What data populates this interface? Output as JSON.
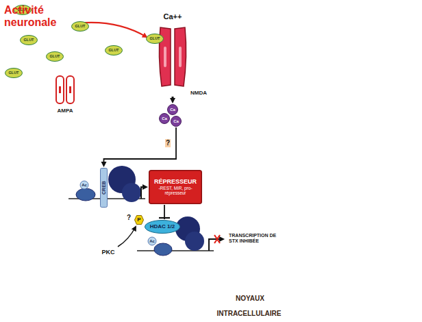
{
  "diagram": {
    "nodes": [
      {
        "text": [
          "INTRACELLULAIRE"
        ]
      },
      {
        "text": [
          "NOYAUX"
        ],
        "in": 0
      },
      {
        "text": [
          "AMPA"
        ]
      },
      {
        "text": [
          "NMDA"
        ]
      },
      {
        "text": [
          "Ca"
        ],
        "in": 0
      },
      {
        "text": [
          "Ca"
        ],
        "in": 0
      },
      {
        "text": [
          "Ca"
        ],
        "in": 0
      },
      {
        "text": [
          "CREB"
        ],
        "in": 1
      },
      {
        "text": [
          "RÉPRESSEUR",
          "-REST, MiR, pro-répresseur"
        ],
        "in": 1
      },
      {
        "text": [
          "P"
        ],
        "in": 1
      },
      {
        "text": [
          "HDAC 1/2"
        ],
        "in": 1
      },
      {
        "text": [
          "GLUT"
        ]
      },
      {
        "text": [
          "GLUT"
        ]
      },
      {
        "text": [
          "GLUT"
        ]
      },
      {
        "text": [
          "GLUT"
        ]
      },
      {
        "text": [
          "GLUT"
        ]
      },
      {
        "text": [
          "GLUT"
        ]
      },
      {
        "text": [
          "GLUT"
        ]
      }
    ],
    "edges": [
      {
        "from": 3,
        "to": 4,
        "arrow": "to"
      },
      {
        "from": 6,
        "to": 7,
        "label": "?",
        "arrow": "to"
      },
      {
        "from": 8,
        "to": 10,
        "arrow": "none"
      }
    ],
    "labels": [
      "Activité neuronale",
      "Ca++",
      "Ac",
      "Ac",
      "?",
      "PKC",
      "TRANSCRIPTION DE STX INHIBÉE"
    ]
  }
}
